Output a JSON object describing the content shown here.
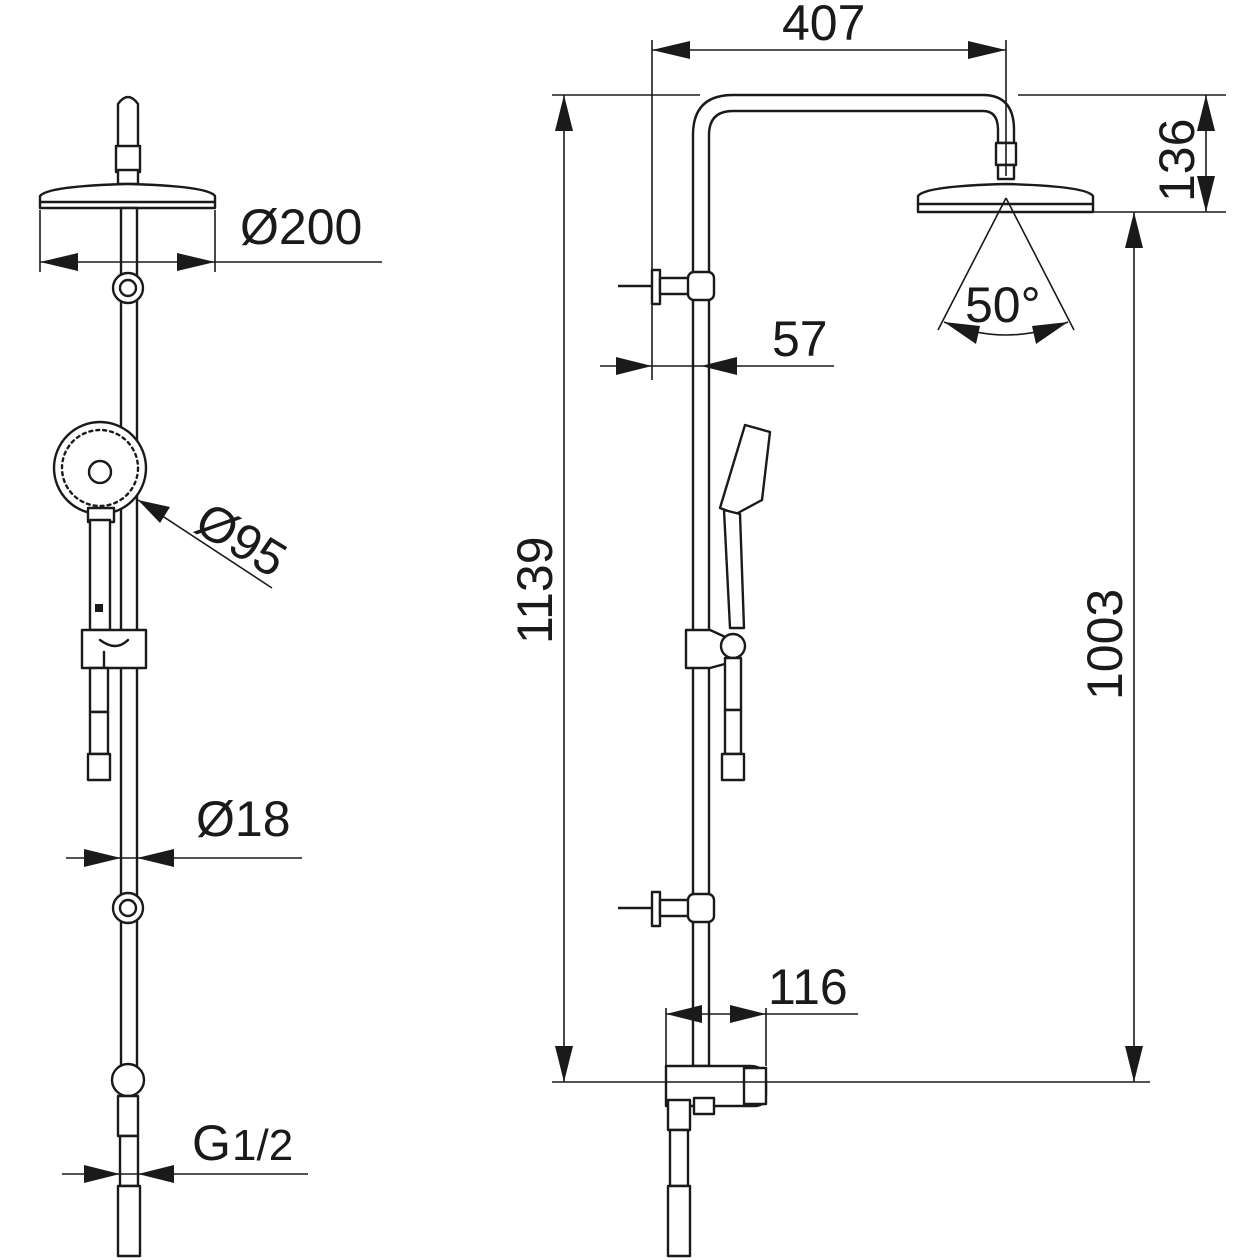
{
  "dimensions": {
    "width_total": "407",
    "head_height": "136",
    "rain_diameter": "Ø200",
    "hand_diameter": "Ø95",
    "tube_diameter": "Ø18",
    "wall_offset": "57",
    "spray_angle": "50°",
    "height_total": "1139",
    "height_head": "1003",
    "mixer_depth": "116",
    "connection_main": "G",
    "connection_frac": "1/2"
  }
}
